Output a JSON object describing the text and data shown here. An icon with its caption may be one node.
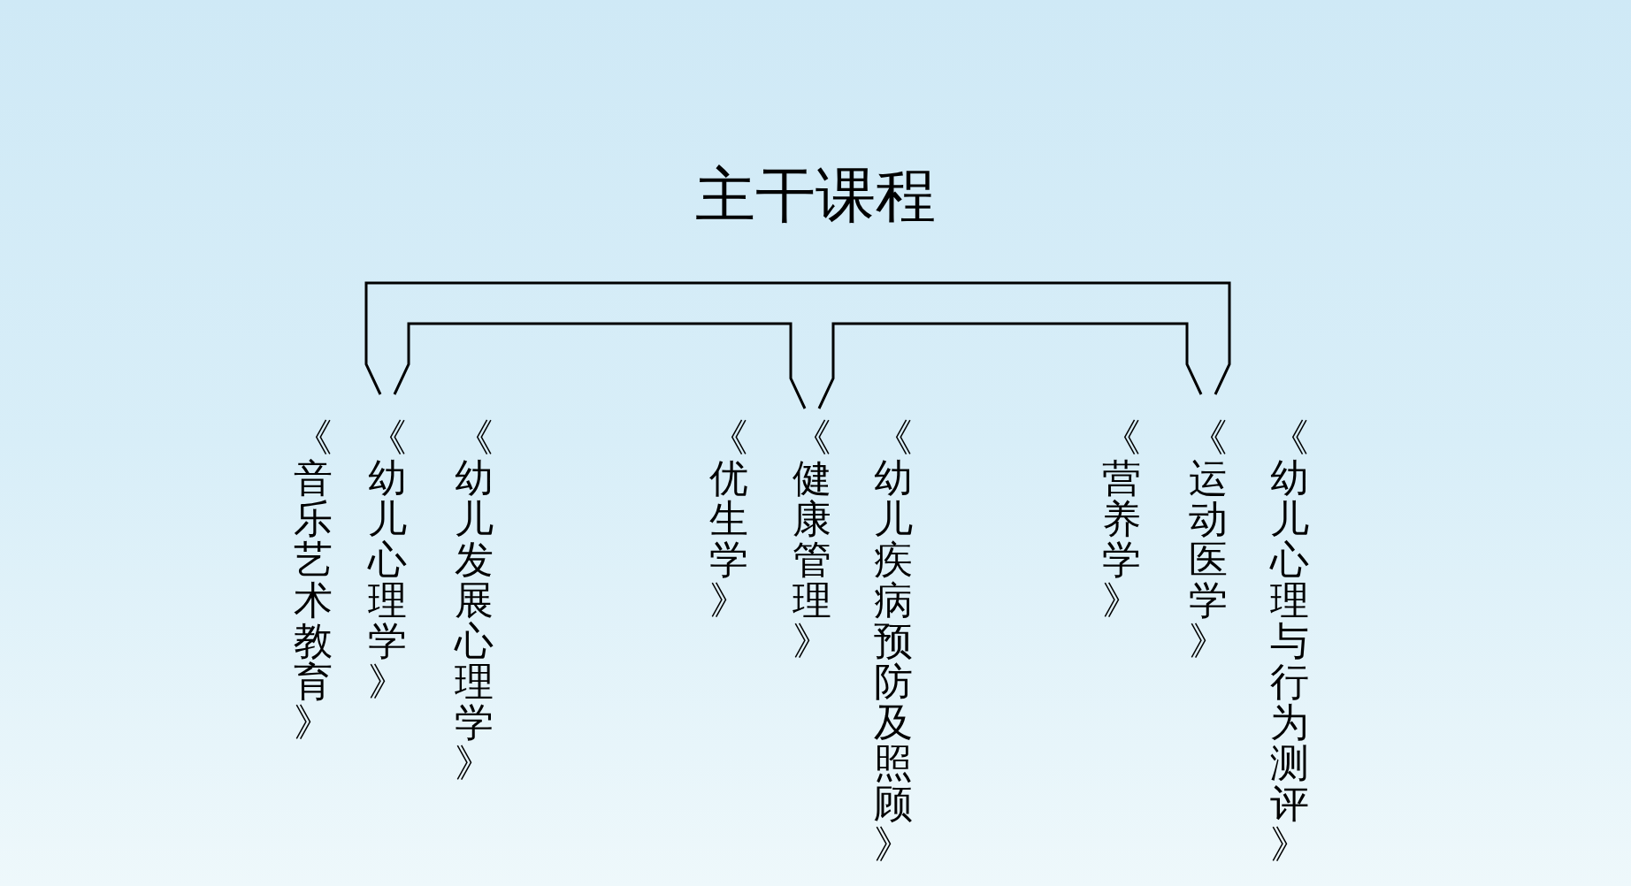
{
  "diagram": {
    "title": "主干课程",
    "nodes": [
      {
        "text": [
          "《音乐艺术教育》"
        ]
      },
      {
        "text": [
          "《幼儿心理学》"
        ]
      },
      {
        "text": [
          "《幼儿发展心理学》"
        ]
      },
      {
        "text": [
          "《优生学》"
        ]
      },
      {
        "text": [
          "《健康管理》"
        ]
      },
      {
        "text": [
          "《幼儿疾病预防及照顾》"
        ]
      },
      {
        "text": [
          "《营养学》"
        ]
      },
      {
        "text": [
          "《运动医学》"
        ]
      },
      {
        "text": [
          "《幼儿心理与行为测评》"
        ]
      }
    ],
    "edges": [
      {
        "from": 1,
        "to": 4,
        "arrow": "none"
      },
      {
        "from": 4,
        "to": 7,
        "arrow": "none"
      },
      {
        "from": 1,
        "to": 7,
        "arrow": "none"
      }
    ]
  }
}
